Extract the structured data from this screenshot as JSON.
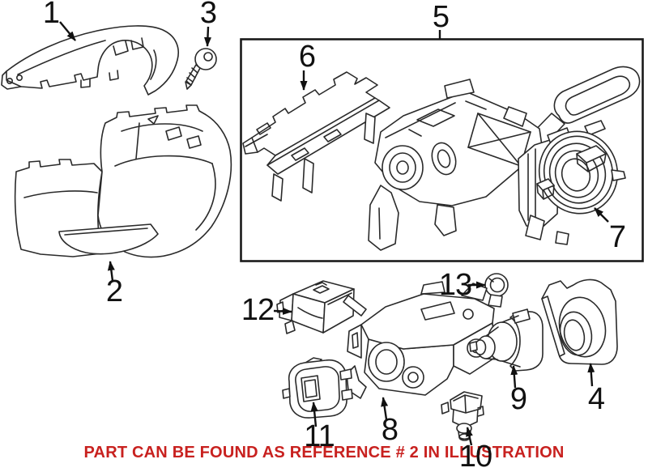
{
  "figure": {
    "background": "#ffffff",
    "artwork_line_color": "#2a2a2a"
  },
  "callouts": [
    {
      "num": "1"
    },
    {
      "num": "2"
    },
    {
      "num": "3"
    },
    {
      "num": "4"
    },
    {
      "num": "5"
    },
    {
      "num": "6"
    },
    {
      "num": "7"
    },
    {
      "num": "8"
    },
    {
      "num": "9"
    },
    {
      "num": "10"
    },
    {
      "num": "11"
    },
    {
      "num": "12"
    },
    {
      "num": "13"
    }
  ],
  "note": {
    "text": "PART CAN BE FOUND AS REFERENCE # 2 IN ILLUSTRATION",
    "color": "#c8211f"
  }
}
